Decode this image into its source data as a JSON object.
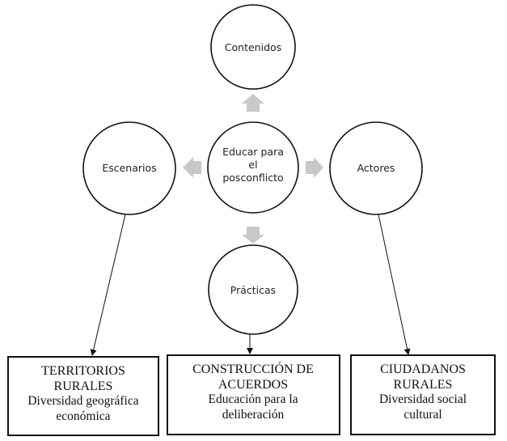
{
  "center": {
    "lines": [
      "Educar para",
      "el",
      "posconflicto"
    ]
  },
  "nodes": {
    "top": "Contenidos",
    "left": "Escenarios",
    "right": "Actores",
    "bottom": "Prácticas"
  },
  "boxes": [
    {
      "title": [
        "TERRITORIOS",
        "RURALES"
      ],
      "subtitle": [
        "Diversidad geográfica",
        "económica"
      ]
    },
    {
      "title": [
        "CONSTRUCCIÓN DE",
        "ACUERDOS"
      ],
      "subtitle": [
        "Educación para la",
        "deliberación"
      ]
    },
    {
      "title": [
        "CIUDADANOS",
        "RURALES"
      ],
      "subtitle": [
        "Diversidad social",
        "cultural"
      ]
    }
  ],
  "colors": {
    "arrow_fill": "#c8c8c8",
    "stroke": "#111111"
  }
}
